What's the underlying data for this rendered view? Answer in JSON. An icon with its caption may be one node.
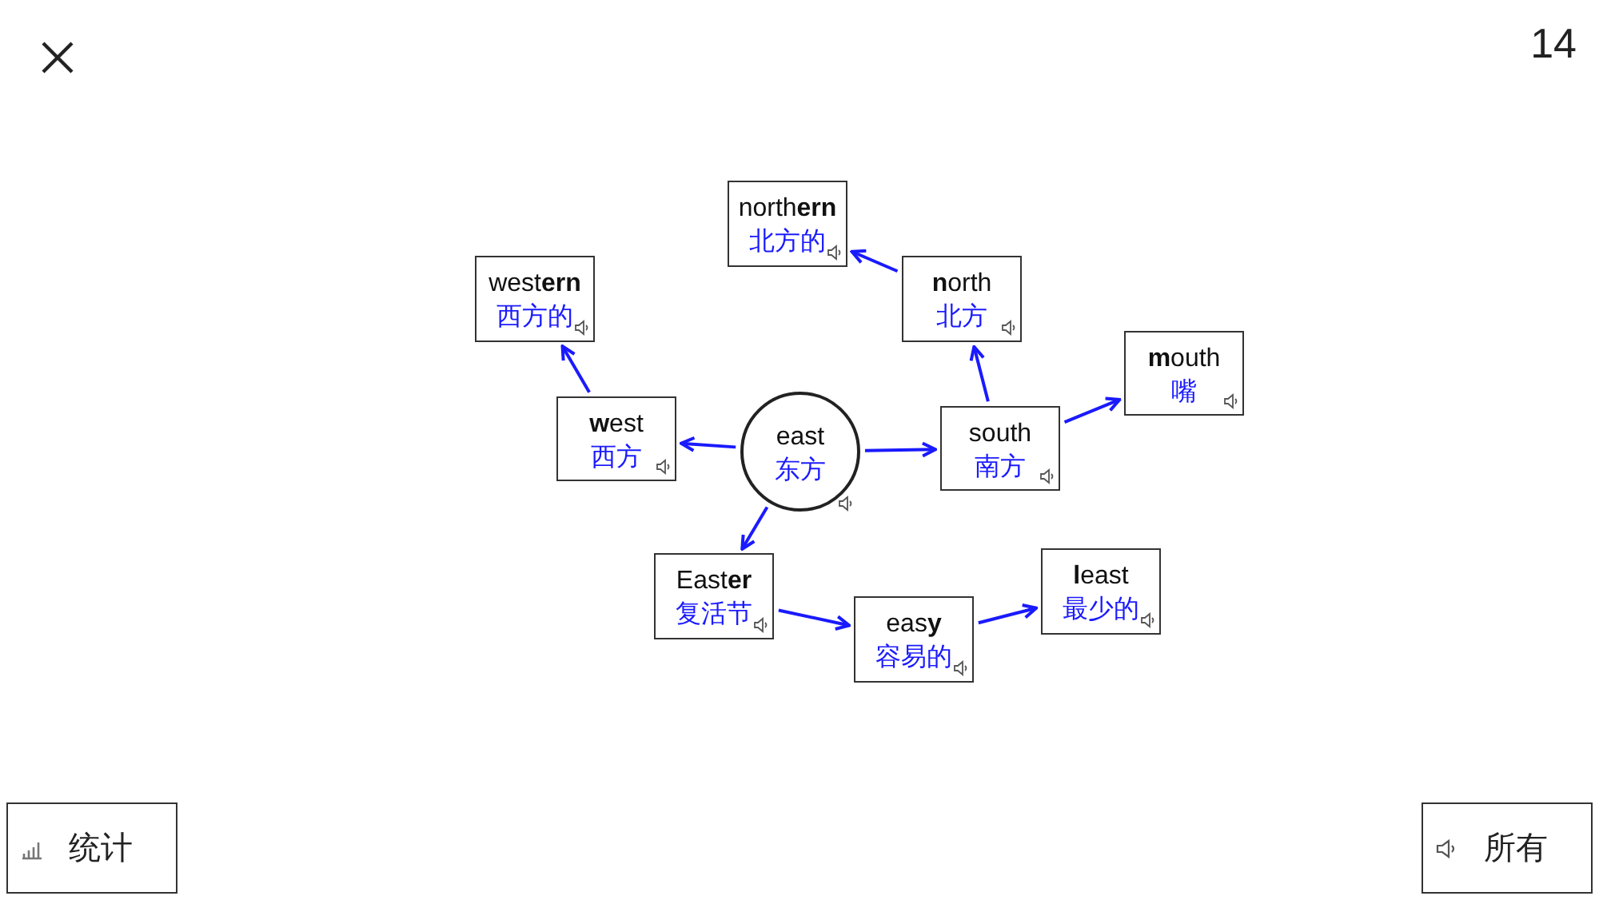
{
  "diagram": {
    "nodes": [
      {
        "text": [
          "north**ern**",
          "北方的"
        ]
      },
      {
        "text": [
          "west**ern**",
          "西方的"
        ]
      },
      {
        "text": [
          "**n**orth",
          "北方"
        ]
      },
      {
        "text": [
          "**m**outh",
          "嘴"
        ]
      },
      {
        "text": [
          "**w**est",
          "西方"
        ]
      },
      {
        "text": [
          "east",
          "东方"
        ]
      },
      {
        "text": [
          "south",
          "南方"
        ]
      },
      {
        "text": [
          "East**er**",
          "复活节"
        ]
      },
      {
        "text": [
          "eas**y**",
          "容易的"
        ]
      },
      {
        "text": [
          "**l**east",
          "最少的"
        ]
      }
    ],
    "edges": [
      {
        "from": 5,
        "to": 4,
        "arrow": "to"
      },
      {
        "from": 5,
        "to": 6,
        "arrow": "to"
      },
      {
        "from": 5,
        "to": 7,
        "arrow": "to"
      },
      {
        "from": 4,
        "to": 1,
        "arrow": "to"
      },
      {
        "from": 6,
        "to": 2,
        "arrow": "to"
      },
      {
        "from": 2,
        "to": 0,
        "arrow": "to"
      },
      {
        "from": 6,
        "to": 3,
        "arrow": "to"
      },
      {
        "from": 7,
        "to": 8,
        "arrow": "to"
      },
      {
        "from": 8,
        "to": 9,
        "arrow": "to"
      }
    ],
    "labels": [
      "14",
      "统计",
      "所有"
    ]
  }
}
